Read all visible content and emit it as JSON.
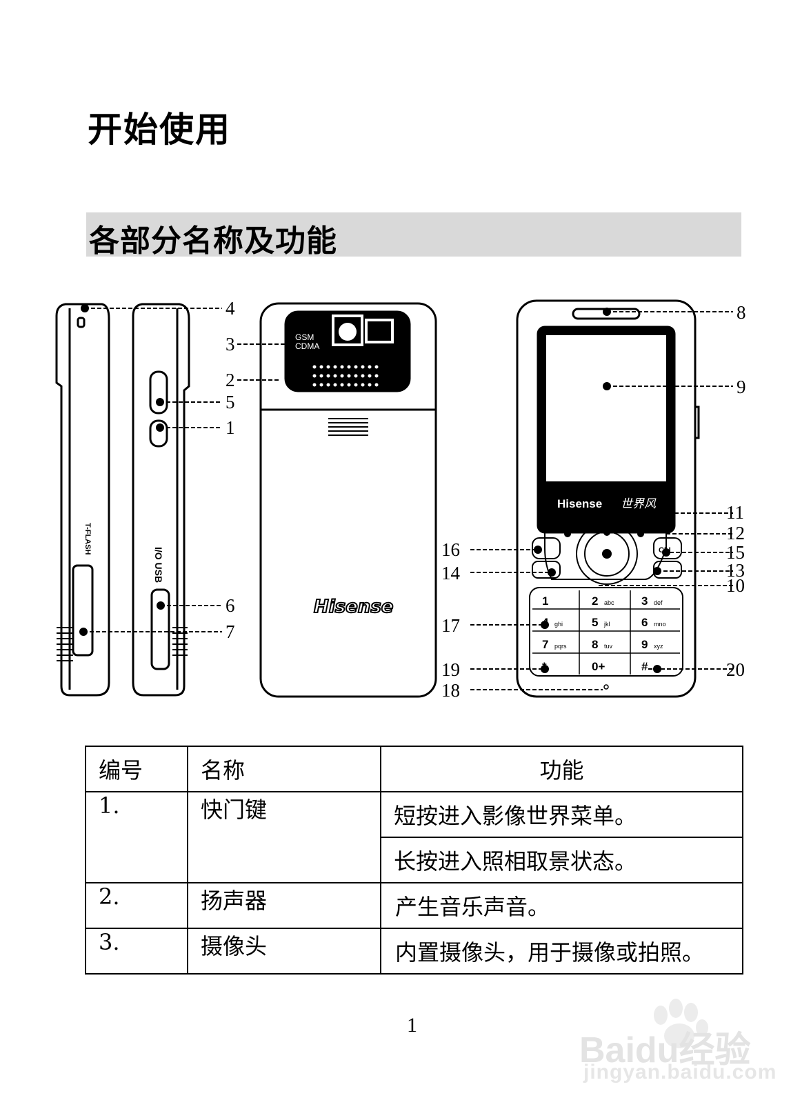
{
  "heading": "开始使用",
  "section_title": "各部分名称及功能",
  "diagram": {
    "side_labels": {
      "tflash": "T-FLASH",
      "usb": "I/O USB"
    },
    "back_labels": {
      "gsm": "GSM",
      "cdma": "CDMA",
      "brand": "Hisense"
    },
    "front_labels": {
      "brand": "Hisense",
      "logo_script": "世界风",
      "cli": "CLI"
    },
    "keypad": [
      "1",
      "2",
      "3",
      "4",
      "5",
      "6",
      "7",
      "8",
      "9",
      "*",
      "0+",
      "#"
    ],
    "keypad_sub": [
      "",
      "abc",
      "def",
      "ghi",
      "jkl",
      "mno",
      "pqrs",
      "tuv",
      "xyz",
      "",
      "",
      ""
    ],
    "callouts": [
      "1",
      "2",
      "3",
      "4",
      "5",
      "6",
      "7",
      "8",
      "9",
      "10",
      "11",
      "12",
      "13",
      "14",
      "15",
      "16",
      "17",
      "18",
      "19",
      "20"
    ]
  },
  "table": {
    "headers": {
      "no": "编号",
      "name": "名称",
      "func": "功能"
    },
    "rows": [
      {
        "no": "1.",
        "name": "快门键",
        "funcs": [
          "短按进入影像世界菜单。",
          "长按进入照相取景状态。"
        ]
      },
      {
        "no": "2.",
        "name": "扬声器",
        "funcs": [
          "产生音乐声音。"
        ]
      },
      {
        "no": "3.",
        "name": "摄像头",
        "funcs": [
          "内置摄像头，用于摄像或拍照。"
        ]
      }
    ]
  },
  "page_number": "1",
  "watermark": {
    "brand": "Baidu经验",
    "url": "jingyan.baidu.com"
  }
}
